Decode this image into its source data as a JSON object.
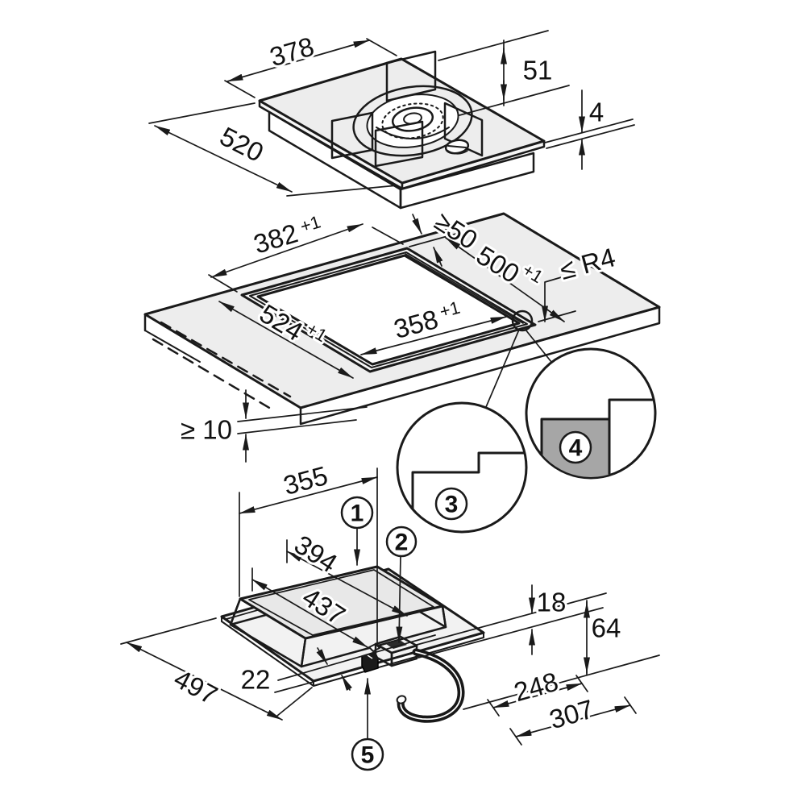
{
  "top_view": {
    "width": "378",
    "grate_height": "51",
    "depth": "520",
    "plate_thickness": "4"
  },
  "cutout_view": {
    "outer_width": "382",
    "outer_width_tol": "+1",
    "rear_clearance": "≥50",
    "inner_depth": "500",
    "inner_depth_tol": "+1",
    "corner_radius": "≤ R4",
    "outer_depth": "524",
    "outer_depth_tol": "+1",
    "inner_width": "358",
    "inner_width_tol": "+1",
    "bottom_clearance": "≥ 10"
  },
  "underside_view": {
    "width": "355",
    "housing_depth": "394",
    "depth_to_connection": "437",
    "edge_gap": "22",
    "overall_depth": "497",
    "connection_clearance": "18",
    "connection_height": "64",
    "hose_offset": "248",
    "hose_reach": "307"
  },
  "callouts": {
    "item_1": "1",
    "mains_connection": "2",
    "detail_overlap": "3",
    "detail_flush": "4",
    "gas_connection": "5"
  }
}
